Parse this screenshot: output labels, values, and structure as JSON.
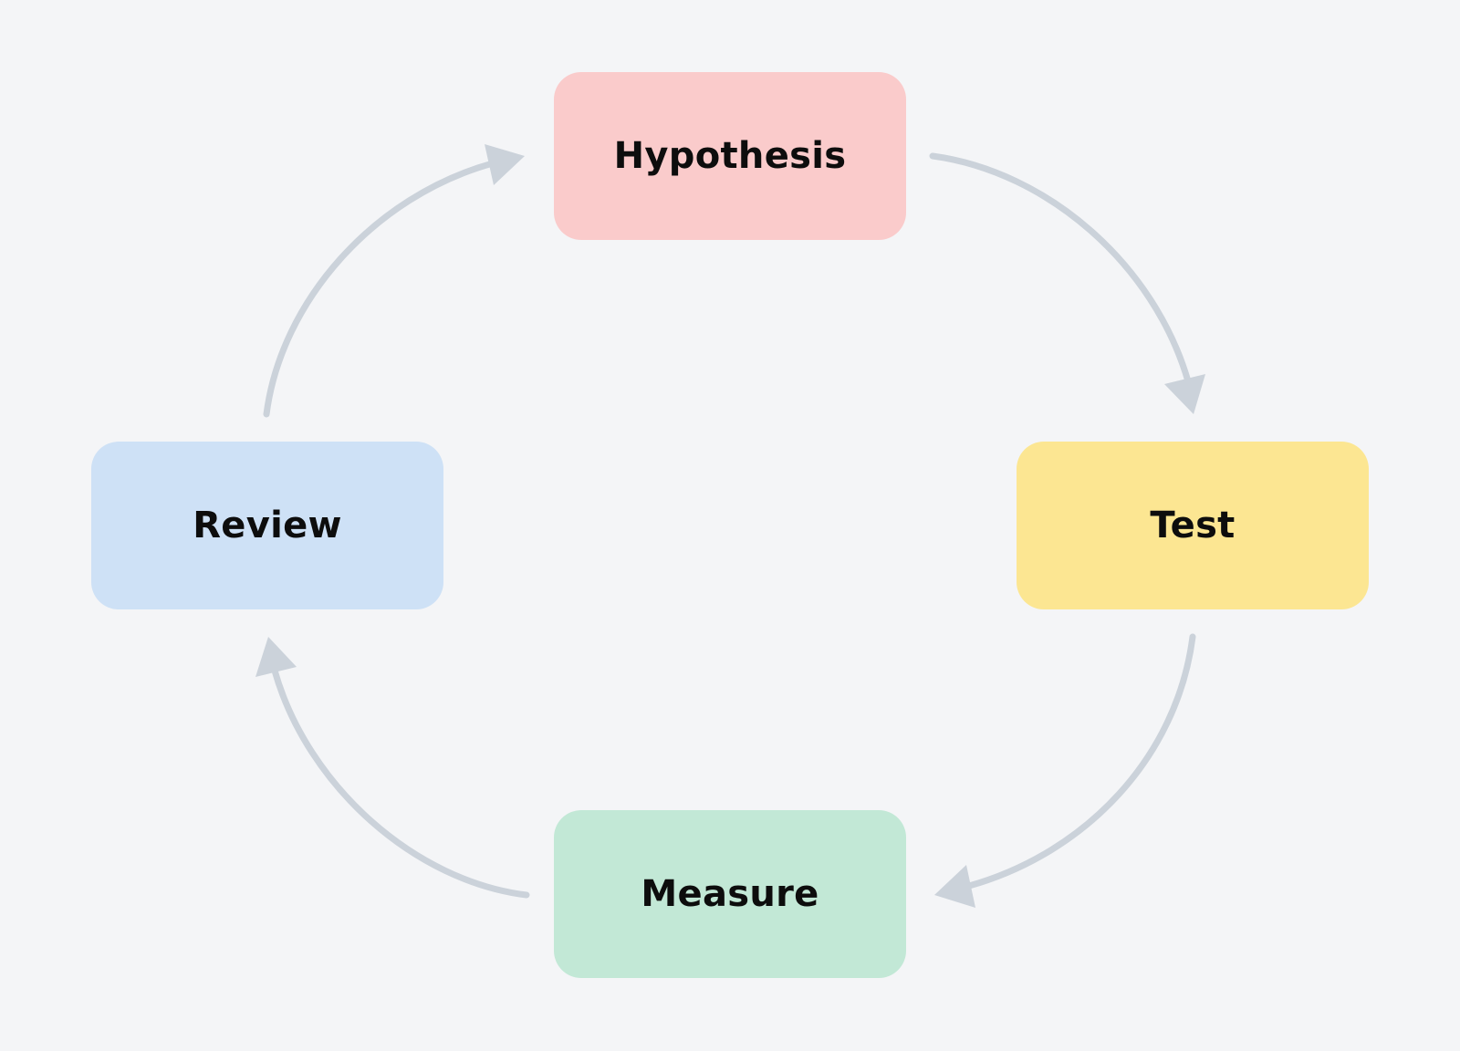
{
  "diagram": {
    "type": "cycle",
    "connector_color": "#cbd2da",
    "nodes": [
      {
        "id": "hypothesis",
        "label": "Hypothesis",
        "color": "#facbcb"
      },
      {
        "id": "test",
        "label": "Test",
        "color": "#fce692"
      },
      {
        "id": "measure",
        "label": "Measure",
        "color": "#c2e8d6"
      },
      {
        "id": "review",
        "label": "Review",
        "color": "#cee1f6"
      }
    ],
    "edges": [
      {
        "from": "hypothesis",
        "to": "test"
      },
      {
        "from": "test",
        "to": "measure"
      },
      {
        "from": "measure",
        "to": "review"
      },
      {
        "from": "review",
        "to": "hypothesis"
      }
    ]
  }
}
